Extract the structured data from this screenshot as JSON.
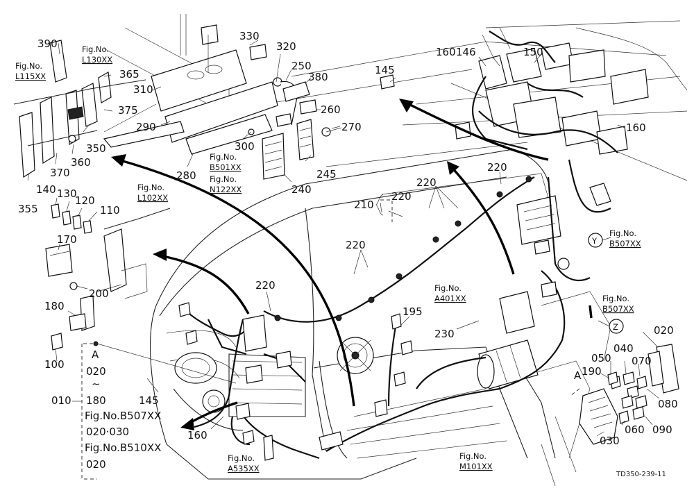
{
  "callouts": [
    {
      "key": "c390",
      "text": "390"
    },
    {
      "key": "c330",
      "text": "330"
    },
    {
      "key": "c320",
      "text": "320"
    },
    {
      "key": "c365",
      "text": "365"
    },
    {
      "key": "c310",
      "text": "310"
    },
    {
      "key": "c250",
      "text": "250"
    },
    {
      "key": "c380",
      "text": "380"
    },
    {
      "key": "c375",
      "text": "375"
    },
    {
      "key": "c260",
      "text": "260"
    },
    {
      "key": "c290",
      "text": "290"
    },
    {
      "key": "c270",
      "text": "270"
    },
    {
      "key": "c350",
      "text": "350"
    },
    {
      "key": "c300",
      "text": "300"
    },
    {
      "key": "c360",
      "text": "360"
    },
    {
      "key": "c370",
      "text": "370"
    },
    {
      "key": "c280",
      "text": "280"
    },
    {
      "key": "c245",
      "text": "245"
    },
    {
      "key": "c240",
      "text": "240"
    },
    {
      "key": "c355",
      "text": "355"
    },
    {
      "key": "c140",
      "text": "140"
    },
    {
      "key": "c130",
      "text": "130"
    },
    {
      "key": "c120",
      "text": "120"
    },
    {
      "key": "c110",
      "text": "110"
    },
    {
      "key": "c170",
      "text": "170"
    },
    {
      "key": "c200",
      "text": "200"
    },
    {
      "key": "c180",
      "text": "180"
    },
    {
      "key": "c100",
      "text": "100"
    },
    {
      "key": "c145a",
      "text": "145"
    },
    {
      "key": "c145b",
      "text": "145"
    },
    {
      "key": "c160a",
      "text": "160"
    },
    {
      "key": "c146",
      "text": "146"
    },
    {
      "key": "c150",
      "text": "150"
    },
    {
      "key": "c160b",
      "text": "160"
    },
    {
      "key": "c160c",
      "text": "160"
    },
    {
      "key": "c220a",
      "text": "220"
    },
    {
      "key": "c220b",
      "text": "220"
    },
    {
      "key": "c220c",
      "text": "220"
    },
    {
      "key": "c220d",
      "text": "220"
    },
    {
      "key": "c220e",
      "text": "220"
    },
    {
      "key": "c210",
      "text": "210"
    },
    {
      "key": "c195",
      "text": "195"
    },
    {
      "key": "c230",
      "text": "230"
    },
    {
      "key": "c020a",
      "text": "020"
    },
    {
      "key": "c050",
      "text": "050"
    },
    {
      "key": "c040",
      "text": "040"
    },
    {
      "key": "c070",
      "text": "070"
    },
    {
      "key": "c190",
      "text": "190"
    },
    {
      "key": "c080",
      "text": "080"
    },
    {
      "key": "c060",
      "text": "060"
    },
    {
      "key": "c090",
      "text": "090"
    },
    {
      "key": "c030",
      "text": "030"
    },
    {
      "key": "cA2",
      "text": "A"
    }
  ],
  "fig_refs": [
    {
      "key": "f_l115",
      "top": "Fig.No.",
      "bottom": "L115XX"
    },
    {
      "key": "f_l130",
      "top": "Fig.No.",
      "bottom": "L130XX"
    },
    {
      "key": "f_b501",
      "top": "Fig.No.",
      "bottom": "B501XX"
    },
    {
      "key": "f_n122",
      "top": "Fig.No.",
      "bottom": "N122XX"
    },
    {
      "key": "f_l102",
      "top": "Fig.No.",
      "bottom": "L102XX"
    },
    {
      "key": "f_b507a",
      "top": "Fig.No.",
      "bottom": "B507XX"
    },
    {
      "key": "f_b507b",
      "top": "Fig.No.",
      "bottom": "B507XX"
    },
    {
      "key": "f_a401",
      "top": "Fig.No.",
      "bottom": "A401XX"
    },
    {
      "key": "f_a535",
      "top": "Fig.No.",
      "bottom": "A535XX"
    },
    {
      "key": "f_m101",
      "top": "Fig.No.",
      "bottom": "M101XX"
    }
  ],
  "view_markers": {
    "y": "Y",
    "z": "Z"
  },
  "assembly_list": {
    "label_010": "010",
    "letter": "A",
    "dot": "·",
    "range_start": "020",
    "tilde": "~",
    "range_end": "180",
    "ref1": "Fig.No.B507XX",
    "items1": "020·030",
    "ref2": "Fig.No.B510XX",
    "items2": "020"
  },
  "drawing_code": "TD350-239-11"
}
